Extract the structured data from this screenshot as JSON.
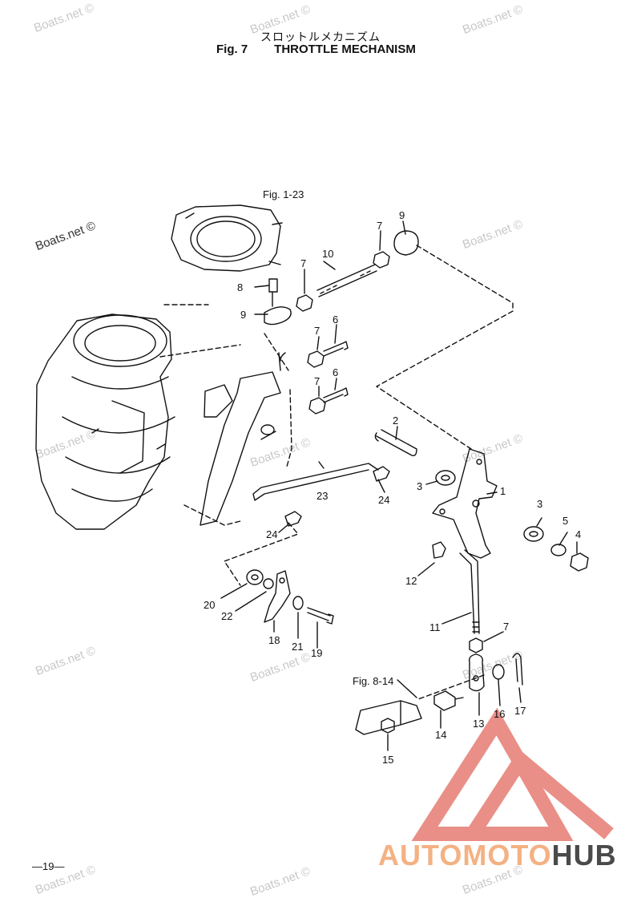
{
  "title": {
    "japanese": "スロットルメカニズム",
    "fig": "Fig. 7",
    "name": "THROTTLE MECHANISM"
  },
  "watermark_text": "Boats.net ©",
  "references": {
    "fig_1_23": "Fig. 1-23",
    "fig_8_14": "Fig. 8-14"
  },
  "callouts": [
    {
      "id": "9a",
      "label": "9"
    },
    {
      "id": "7a",
      "label": "7"
    },
    {
      "id": "10",
      "label": "10"
    },
    {
      "id": "7b",
      "label": "7"
    },
    {
      "id": "8",
      "label": "8"
    },
    {
      "id": "9b",
      "label": "9"
    },
    {
      "id": "7c",
      "label": "7"
    },
    {
      "id": "6a",
      "label": "6"
    },
    {
      "id": "7d",
      "label": "7"
    },
    {
      "id": "6b",
      "label": "6"
    },
    {
      "id": "2",
      "label": "2"
    },
    {
      "id": "1",
      "label": "1"
    },
    {
      "id": "3a",
      "label": "3"
    },
    {
      "id": "23",
      "label": "23"
    },
    {
      "id": "24a",
      "label": "24"
    },
    {
      "id": "3b",
      "label": "3"
    },
    {
      "id": "5",
      "label": "5"
    },
    {
      "id": "4",
      "label": "4"
    },
    {
      "id": "24b",
      "label": "24"
    },
    {
      "id": "12",
      "label": "12"
    },
    {
      "id": "20",
      "label": "20"
    },
    {
      "id": "22",
      "label": "22"
    },
    {
      "id": "11",
      "label": "11"
    },
    {
      "id": "7e",
      "label": "7"
    },
    {
      "id": "18",
      "label": "18"
    },
    {
      "id": "21",
      "label": "21"
    },
    {
      "id": "19",
      "label": "19"
    },
    {
      "id": "16",
      "label": "16"
    },
    {
      "id": "17",
      "label": "17"
    },
    {
      "id": "14",
      "label": "14"
    },
    {
      "id": "13",
      "label": "13"
    },
    {
      "id": "15",
      "label": "15"
    }
  ],
  "page_number": "—19—",
  "brand": {
    "part1": "AUTOMOTO",
    "part2": "HUB",
    "color_part1": "#f4b183",
    "color_part2": "#4a4a4a",
    "logo_color": "#e88a82"
  }
}
